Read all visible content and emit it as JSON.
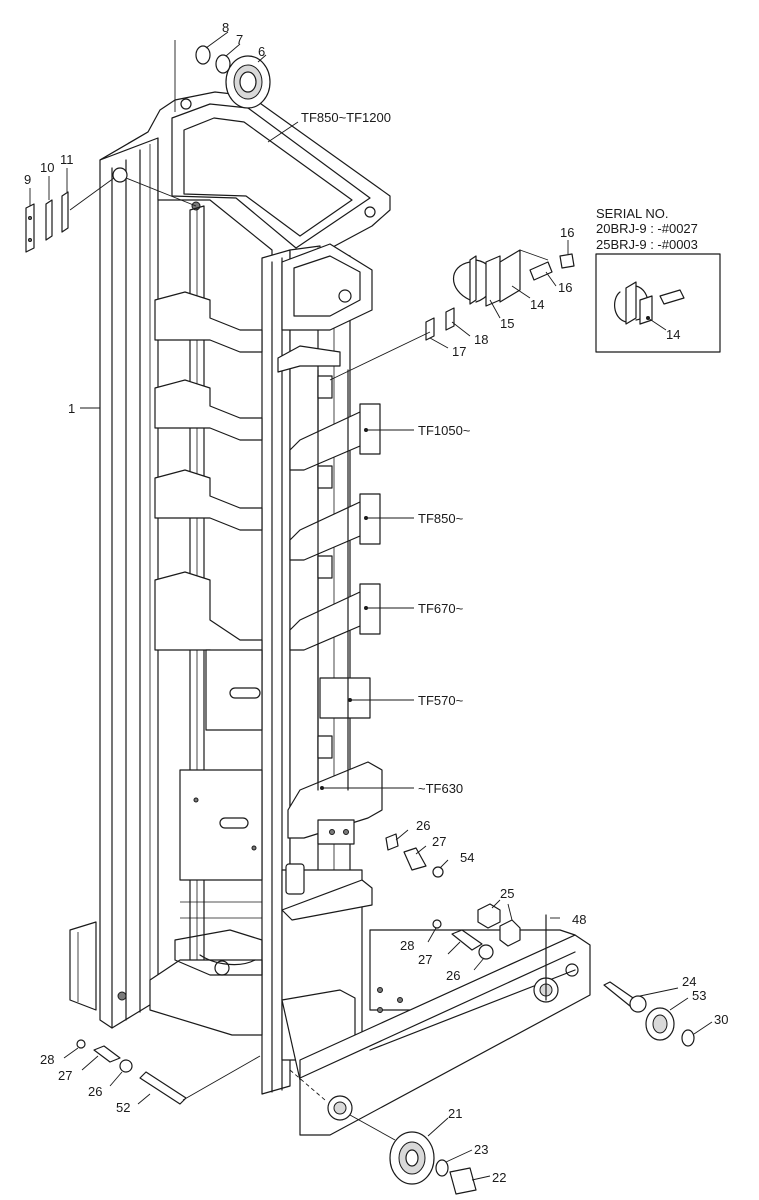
{
  "serial_box": {
    "line1": "SERIAL NO.",
    "line2": "20BRJ-9 : -#0027",
    "line3": "25BRJ-9 : -#0003",
    "part": "14"
  },
  "model_labels": {
    "top": "TF850~TF1200",
    "tf1050": "TF1050~",
    "tf850": "TF850~",
    "tf670": "TF670~",
    "tf570": "TF570~",
    "tf630": "~TF630"
  },
  "callouts": {
    "p1": "1",
    "p6": "6",
    "p7": "7",
    "p8": "8",
    "p9": "9",
    "p10": "10",
    "p11": "11",
    "p14": "14",
    "p15": "15",
    "p16a": "16",
    "p16b": "16",
    "p17": "17",
    "p18": "18",
    "p21": "21",
    "p22": "22",
    "p23": "23",
    "p24": "24",
    "p25": "25",
    "p26a": "26",
    "p26b": "26",
    "p26c": "26",
    "p27a": "27",
    "p27b": "27",
    "p27c": "27",
    "p28a": "28",
    "p28b": "28",
    "p30": "30",
    "p48": "48",
    "p52": "52",
    "p53": "53",
    "p54": "54"
  }
}
